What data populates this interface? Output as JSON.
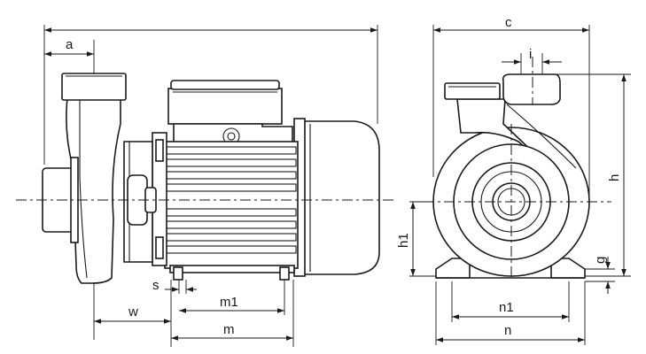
{
  "drawing": {
    "labels": {
      "a": "a",
      "w": "w",
      "s": "s",
      "m1": "m1",
      "m": "m",
      "c": "c",
      "i": "i",
      "h": "h",
      "h1": "h1",
      "g": "g",
      "n1": "n1",
      "n": "n"
    }
  }
}
